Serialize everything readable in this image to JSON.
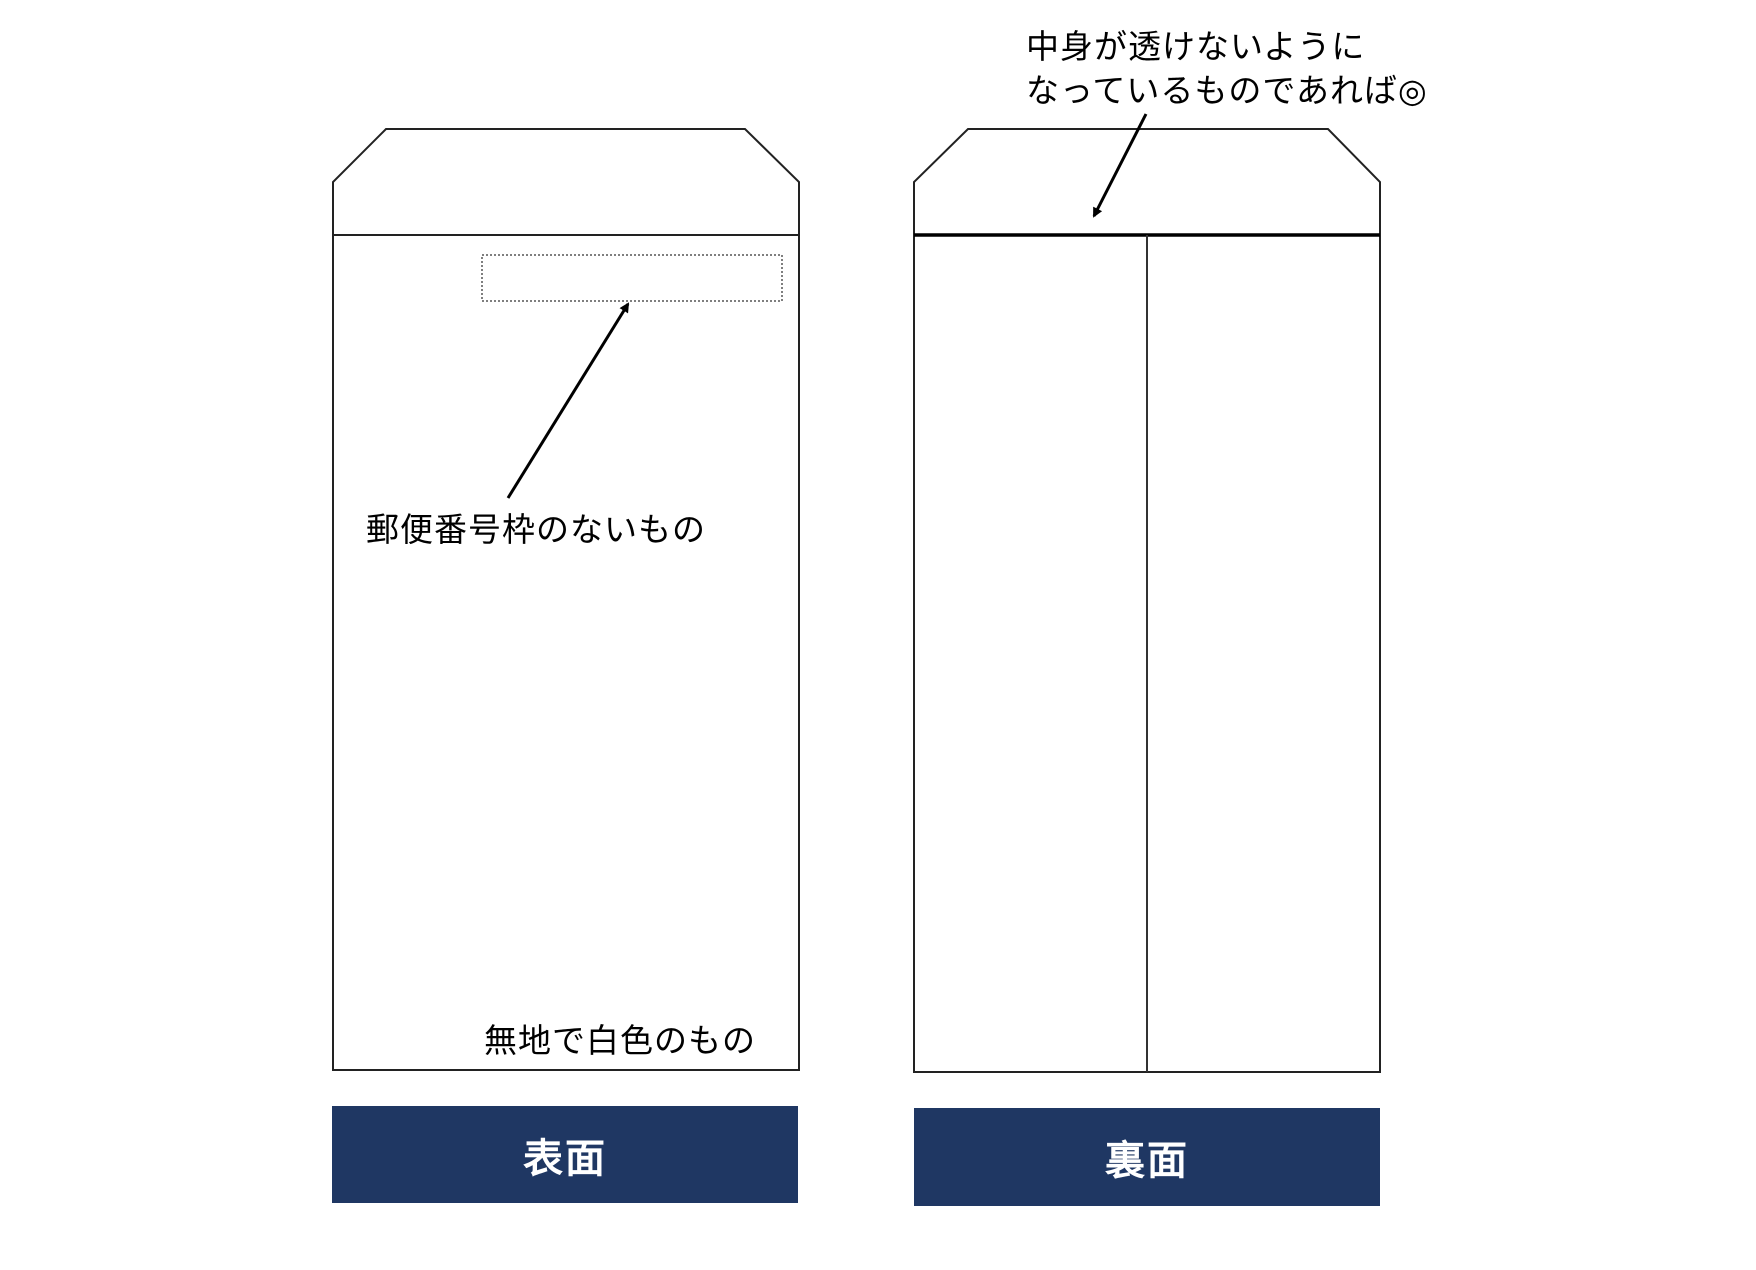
{
  "diagram": {
    "front": {
      "label": "表面",
      "annotation_postal": "郵便番号枠のないもの",
      "annotation_plain": "無地で白色のもの"
    },
    "back": {
      "label": "裏面",
      "annotation_line1": "中身が透けないように",
      "annotation_line2": "なっているものであれば◎"
    },
    "colors": {
      "label_bg": "#1f3763",
      "label_text": "#ffffff",
      "stroke": "#000000"
    }
  }
}
